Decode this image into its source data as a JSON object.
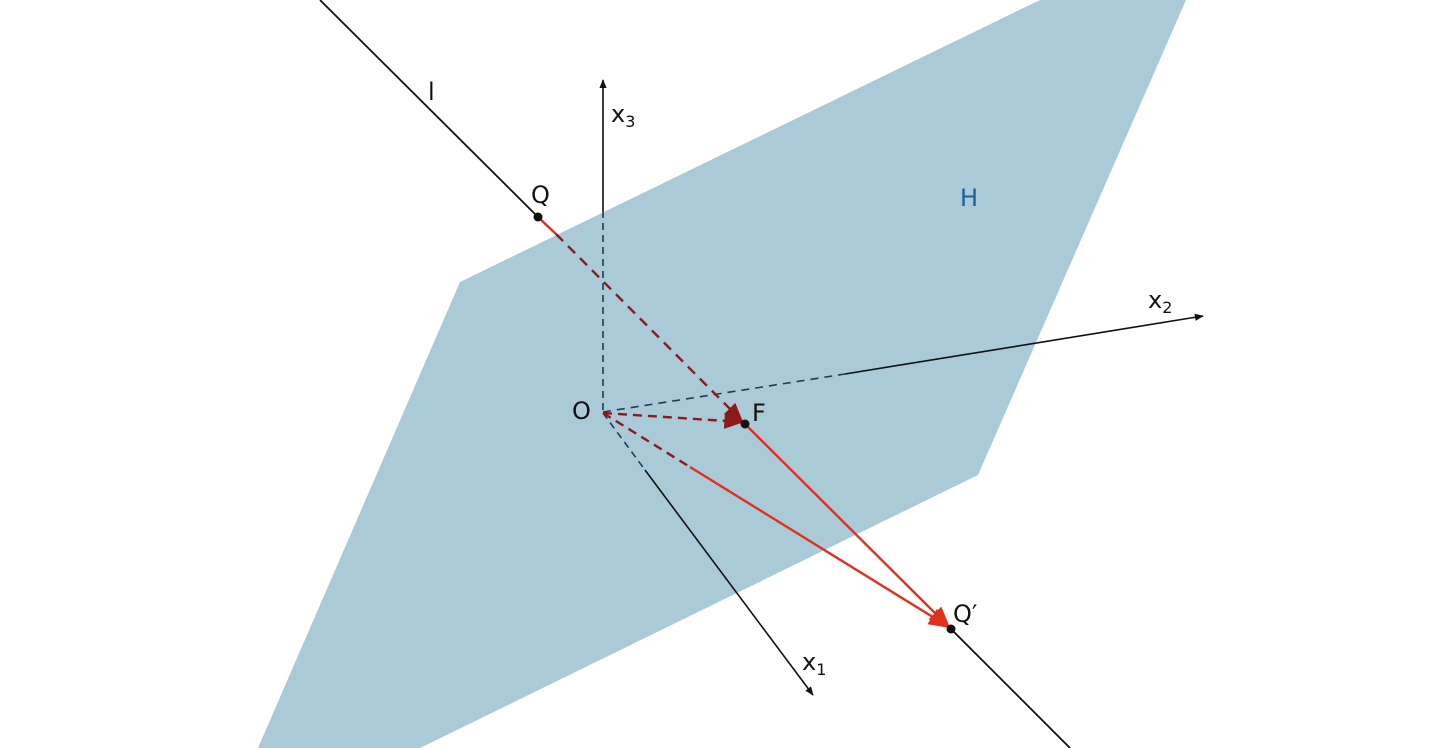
{
  "diagram": {
    "plane": {
      "label": "H",
      "color": "#aacad7",
      "label_color": "#1f5f99"
    },
    "axes": {
      "x1": {
        "base": "x",
        "sub": "1"
      },
      "x2": {
        "base": "x",
        "sub": "2"
      },
      "x3": {
        "base": "x",
        "sub": "3"
      }
    },
    "points": {
      "origin": "O",
      "q": "Q",
      "f": "F",
      "q_prime": "Q′"
    },
    "line_label": "l",
    "colors": {
      "vector_solid": "#e0301e",
      "vector_dashed": "#8b1a1a",
      "hidden_dashed": "#1c3d5a",
      "axis": "#111111"
    }
  }
}
